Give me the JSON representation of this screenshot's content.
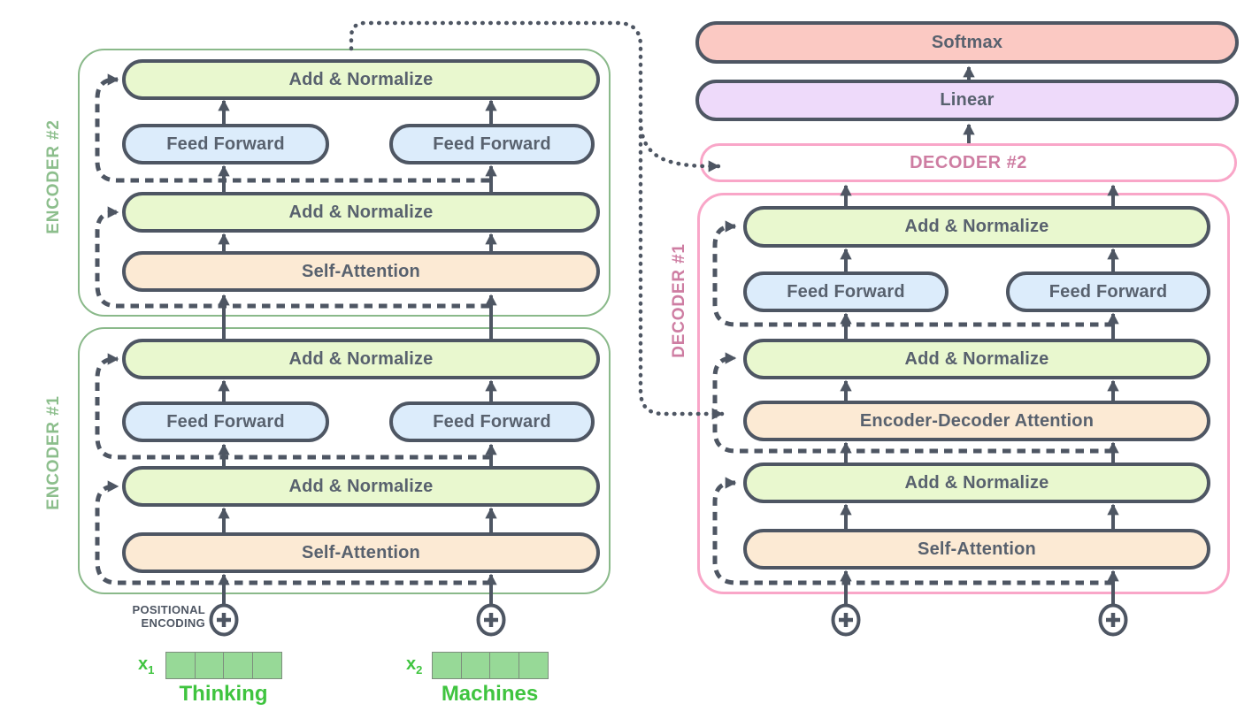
{
  "labels": {
    "add_normalize": "Add & Normalize",
    "feed_forward": "Feed Forward",
    "self_attention": "Self-Attention",
    "encoder_decoder_attention": "Encoder-Decoder Attention",
    "softmax": "Softmax",
    "linear": "Linear",
    "encoder2": "ENCODER #2",
    "encoder1": "ENCODER #1",
    "decoder2": "DECODER #2",
    "decoder1": "DECODER #1",
    "positional_encoding_line1": "POSITIONAL",
    "positional_encoding_line2": "ENCODING"
  },
  "inputs": [
    {
      "symbol": "x",
      "subscript": "1",
      "word": "Thinking",
      "cells": 4
    },
    {
      "symbol": "x",
      "subscript": "2",
      "word": "Machines",
      "cells": 4
    }
  ],
  "icons": {
    "positional_add": "circled-plus"
  },
  "colors": {
    "slate_outline": "#4e5663",
    "encoder_border_green": "#8ab98a",
    "encoder_label_green": "#8cbe8c",
    "decoder_border_pink": "#f9a6c8",
    "decoder_label_pink": "#ce7da2",
    "add_normalize_fill": "#e9f8cf",
    "feed_forward_fill": "#dcecfb",
    "attention_fill": "#fcead4",
    "softmax_fill": "#fbc9c3",
    "linear_fill": "#eedafa",
    "embedding_fill": "#97d997",
    "input_text_green": "#3fc43f"
  }
}
